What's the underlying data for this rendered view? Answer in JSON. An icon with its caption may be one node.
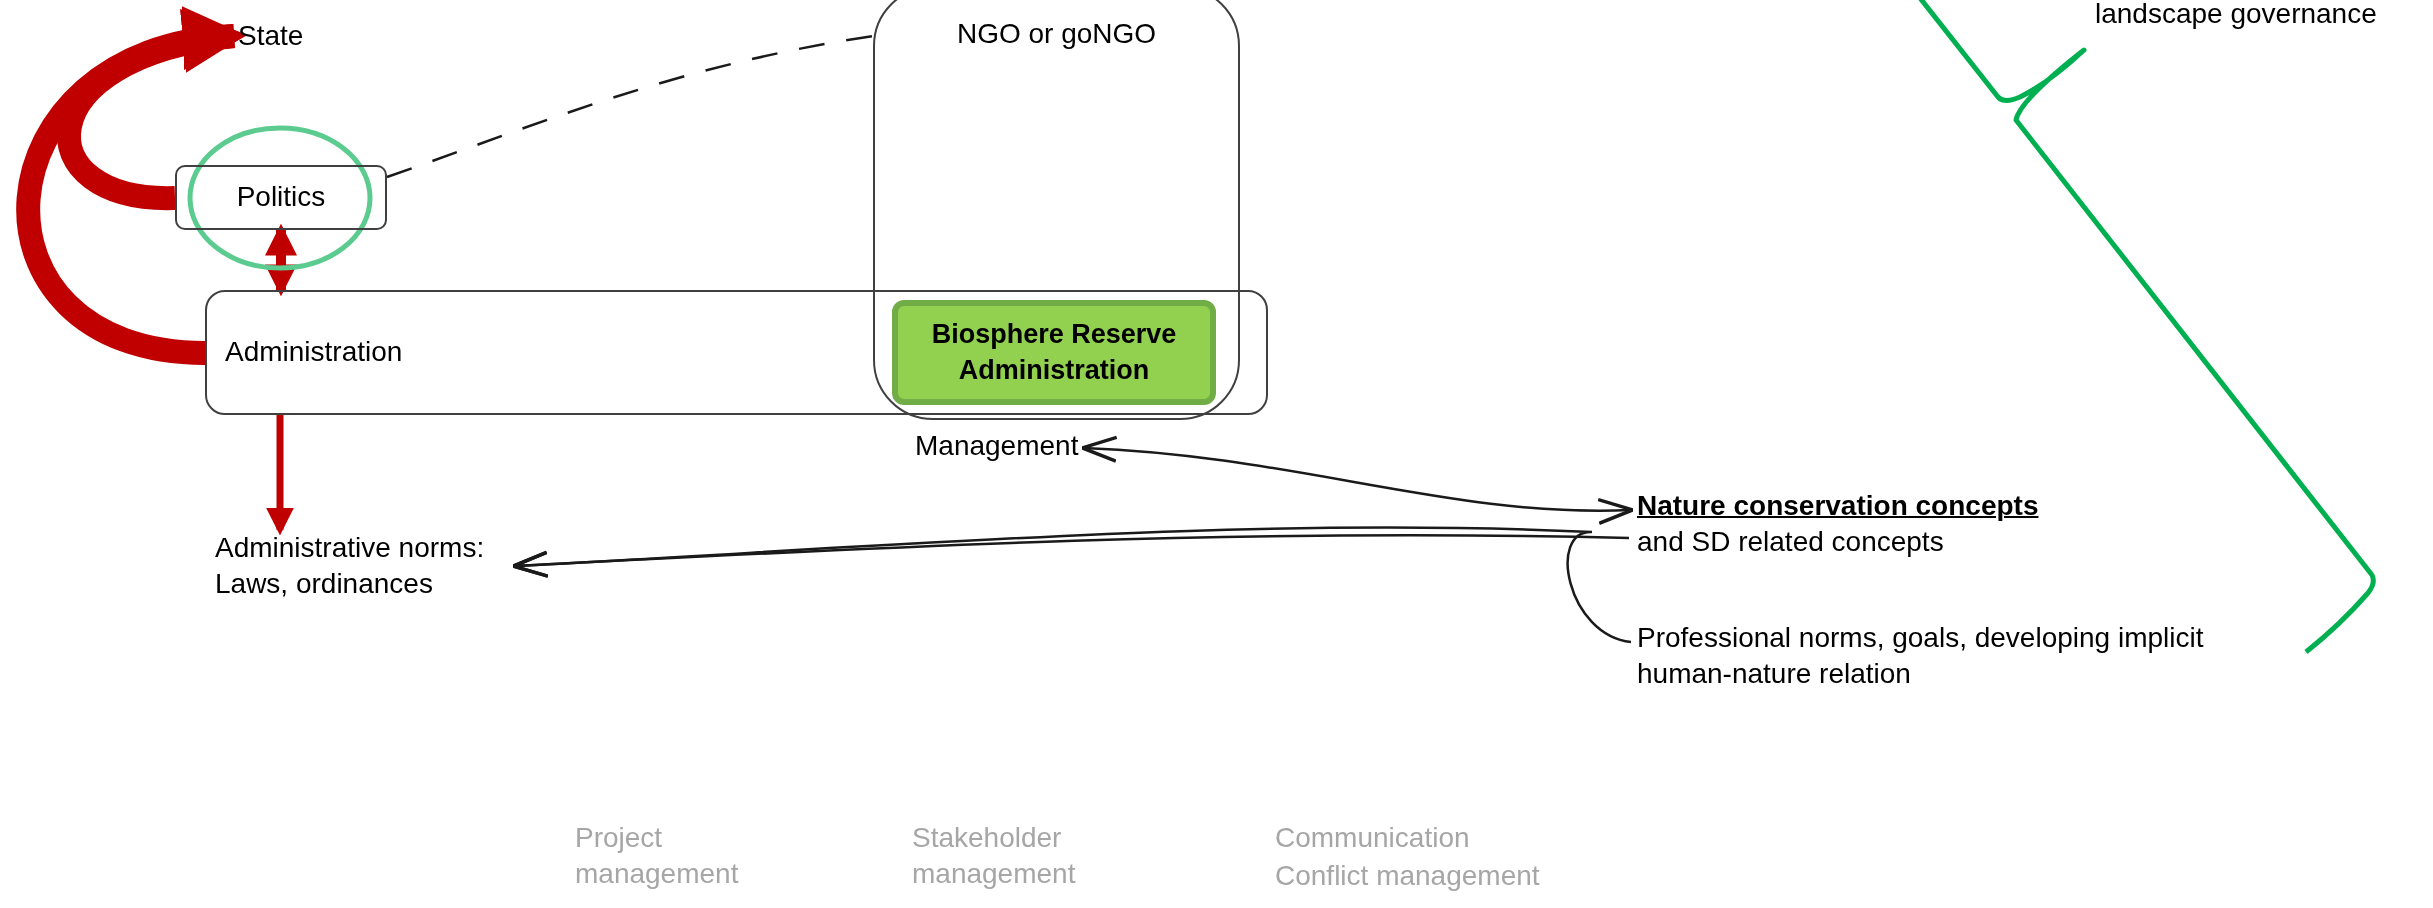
{
  "diagram": {
    "nodes": [
      {
        "text": [
          "State"
        ]
      },
      {
        "text": [
          "Politics"
        ]
      },
      {
        "text": [
          "NGO or goNGO"
        ]
      },
      {
        "text": [
          "Administration"
        ]
      },
      {
        "text": [
          "Biosphere Reserve Administration"
        ]
      },
      {
        "text": [
          "Management"
        ]
      },
      {
        "text": [
          "Nature conservation concepts",
          "and SD related concepts"
        ]
      },
      {
        "text": [
          "Administrative norms: Laws, ordinances"
        ]
      },
      {
        "text": [
          "Professional norms, goals, developing implicit human-nature relation"
        ]
      }
    ],
    "edges": [
      {
        "from": 1,
        "to": 0,
        "arrow": "to",
        "style": "thick",
        "color": "#c00000"
      },
      {
        "from": 3,
        "to": 0,
        "arrow": "to",
        "style": "thick",
        "color": "#c00000"
      },
      {
        "from": 1,
        "to": 2,
        "arrow": "none",
        "style": "dashed",
        "color": "#1a1a1a"
      },
      {
        "from": 1,
        "to": 3,
        "arrow": "both",
        "style": "thick",
        "color": "#c00000"
      },
      {
        "from": 3,
        "to": 7,
        "arrow": "to",
        "style": "thick",
        "color": "#c00000"
      },
      {
        "from": 5,
        "to": 6,
        "arrow": "both",
        "color": "#1a1a1a"
      },
      {
        "from": 6,
        "to": 7,
        "arrow": "to",
        "color": "#1a1a1a"
      },
      {
        "from": 8,
        "to": 7,
        "arrow": "to",
        "color": "#1a1a1a"
      }
    ],
    "labels": [
      "landscape governance",
      "Project management",
      "Stakeholder management",
      "Communication",
      "Conflict management"
    ]
  }
}
